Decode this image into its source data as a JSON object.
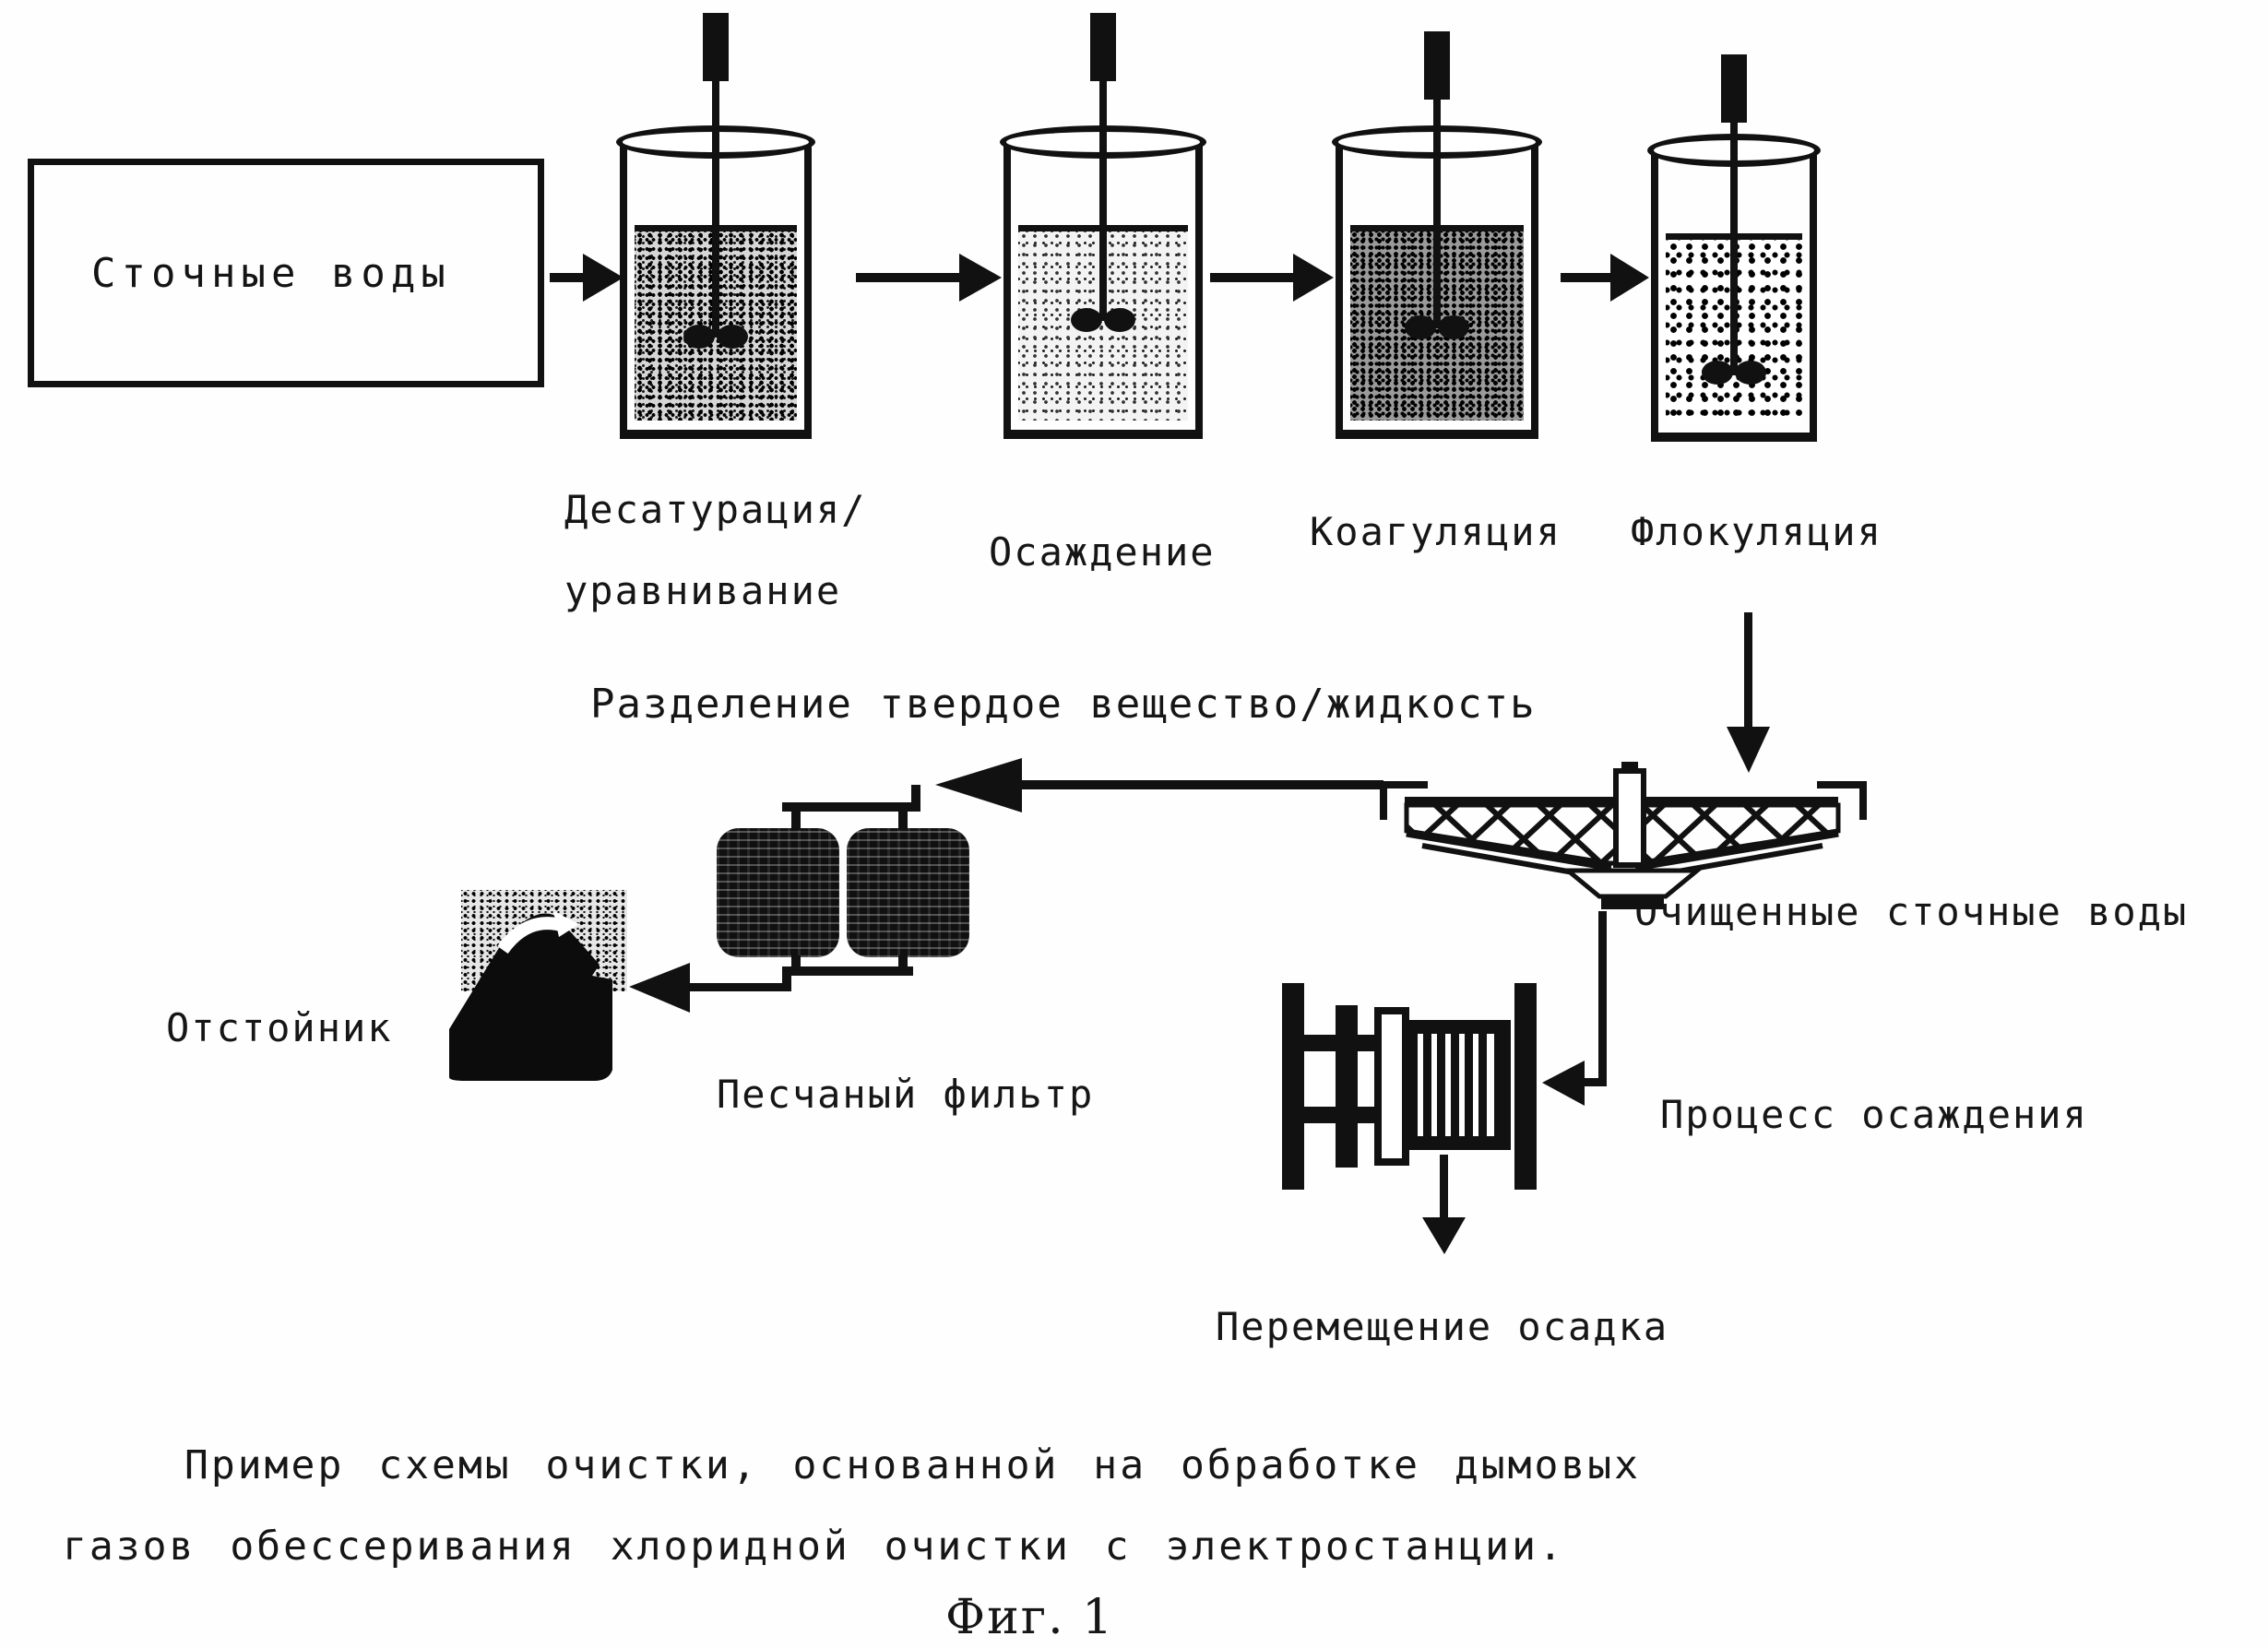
{
  "figure": {
    "source_box": "Сточные воды",
    "stages": [
      {
        "name": "desaturation-equalization",
        "lines": [
          "Десатурация/",
          "уравнивание"
        ]
      },
      {
        "name": "precipitation",
        "lines": [
          "Осаждение"
        ]
      },
      {
        "name": "coagulation",
        "lines": [
          "Коагуляция"
        ]
      },
      {
        "name": "flocculation",
        "lines": [
          "Флокуляция"
        ]
      }
    ],
    "separation_label": "Разделение твердое вещество/жидкость",
    "clarified_label": "Очищенные сточные воды",
    "settling_tank_label": "Отстойник",
    "sand_filter_label": "Песчаный фильтр",
    "precipitation_process_label": "Процесс осаждения",
    "sludge_transfer_label": "Перемещение осадка",
    "caption_line1": "Пример схемы очистки, основанной на обработке дымовых",
    "caption_line2": "газов обессеривания хлоридной очистки с электростанции.",
    "figure_number": "Фиг. 1",
    "colors": {
      "ink": "#141414",
      "background": "#fefefe"
    }
  }
}
